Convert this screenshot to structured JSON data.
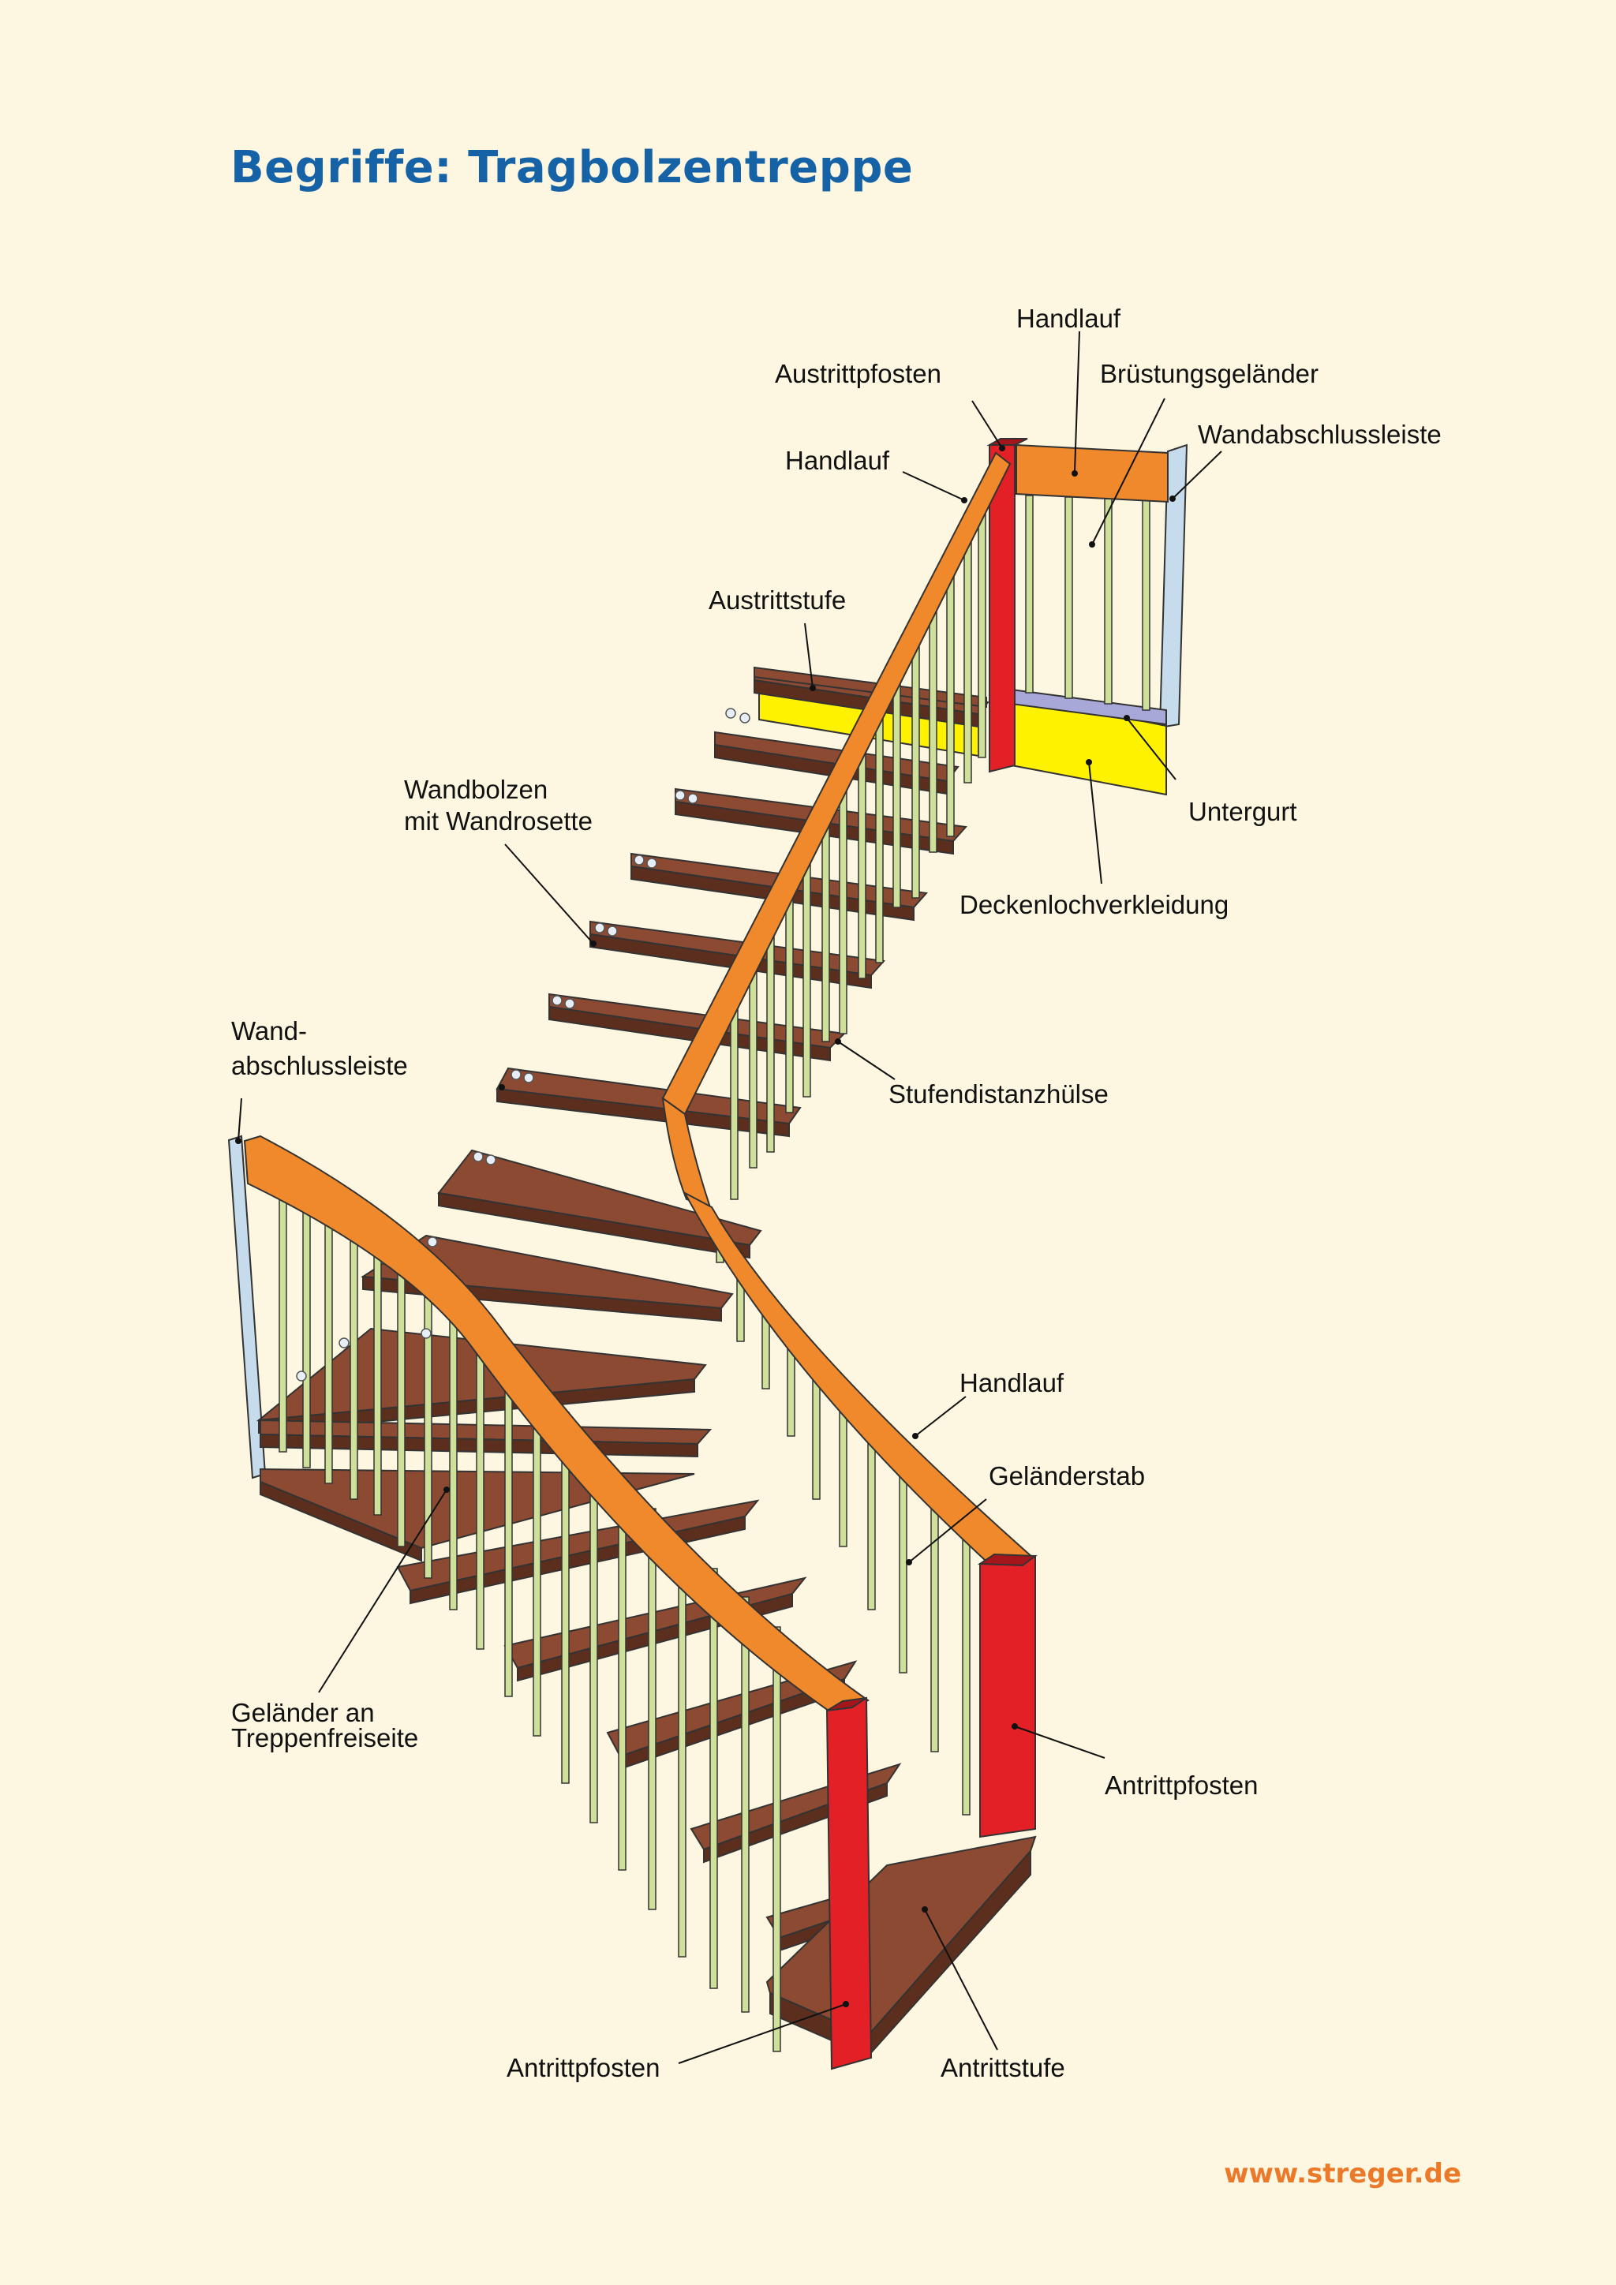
{
  "title": "Begriffe: Tragbolzentreppe",
  "footer": {
    "url": "www.streger.de"
  },
  "labels": {
    "handlauf_top": "Handlauf",
    "austrittpfosten": "Austrittpfosten",
    "bruestungsgelaender": "Brüstungsgeländer",
    "wandabschlussleiste_right": "Wandabschlussleiste",
    "handlauf_upper": "Handlauf",
    "austrittstufe": "Austrittstufe",
    "wandbolzen_1": "Wandbolzen",
    "wandbolzen_2": "mit Wandrosette",
    "untergurt": "Untergurt",
    "deckenlochverkleidung": "Deckenlochverkleidung",
    "wandabschlussleiste_left_1": "Wand-",
    "wandabschlussleiste_left_2": "abschlussleiste",
    "stufendistanzhuelse": "Stufendistanzhülse",
    "handlauf_lower": "Handlauf",
    "gelaenderstab": "Geländerstab",
    "gelaender_freiseite_1": "Geländer an",
    "gelaender_freiseite_2": "Treppenfreiseite",
    "antrittpfosten_right": "Antrittpfosten",
    "antrittpfosten_bottom": "Antrittpfosten",
    "antrittstufe": "Antrittstufe"
  },
  "colors": {
    "background": "#fdf6e0",
    "title": "#1662a6",
    "tread_top": "#8c4a32",
    "tread_front": "#5c2e1d",
    "handrail": "#f0892b",
    "handrail_dark": "#c95f12",
    "post": "#e42027",
    "post_dark": "#a4161b",
    "baluster": "#cfe09a",
    "wall_strip": "#c6dbeb",
    "ceiling_panel": "#fff200",
    "bottom_rail": "#a8a8d8",
    "footer": "#ea7a2a"
  }
}
